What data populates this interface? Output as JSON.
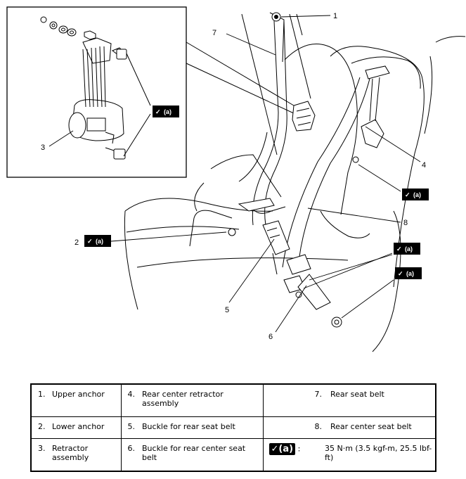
{
  "callouts": {
    "c1": "1",
    "c2": "2",
    "c3": "3",
    "c4": "4",
    "c5": "5",
    "c6": "6",
    "c7": "7",
    "c8": "8"
  },
  "torque_symbol": "(a)",
  "legend": [
    {
      "num": "1.",
      "text": "Upper anchor"
    },
    {
      "num": "2.",
      "text": "Lower anchor"
    },
    {
      "num": "3.",
      "text": "Retractor assembly"
    },
    {
      "num": "4.",
      "text": "Rear center retractor assembly"
    },
    {
      "num": "5.",
      "text": "Buckle for rear seat belt"
    },
    {
      "num": "6.",
      "text": "Buckle for rear center seat belt"
    },
    {
      "num": "7.",
      "text": "Rear seat belt"
    },
    {
      "num": "8.",
      "text": "Rear center seat belt"
    }
  ],
  "torque_spec": {
    "symbol": "(a)",
    "separator": ":",
    "value": "35 N·m (3.5 kgf-m, 25.5 lbf-ft)"
  }
}
